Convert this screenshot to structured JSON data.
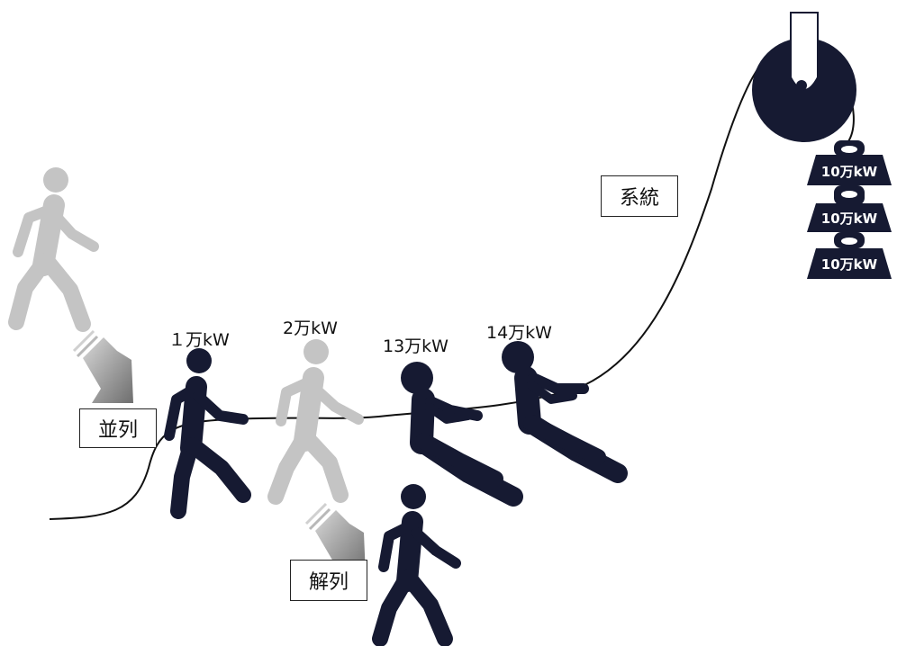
{
  "labels": {
    "parallel": "並列",
    "disconnect": "解列",
    "grid": "系統"
  },
  "capacities": [
    "１万kW",
    "2万kW",
    "13万kW",
    "14万kW"
  ],
  "weights": [
    "10万kW",
    "10万kW",
    "10万kW"
  ],
  "colors": {
    "active": "#161a32",
    "inactive": "#c4c4c4",
    "arrow": "#7a7a7a",
    "line": "#111111"
  },
  "icons": [
    "walking-person-icon",
    "pulling-person-icon",
    "pulley-icon",
    "weight-icon",
    "arrow-icon"
  ]
}
